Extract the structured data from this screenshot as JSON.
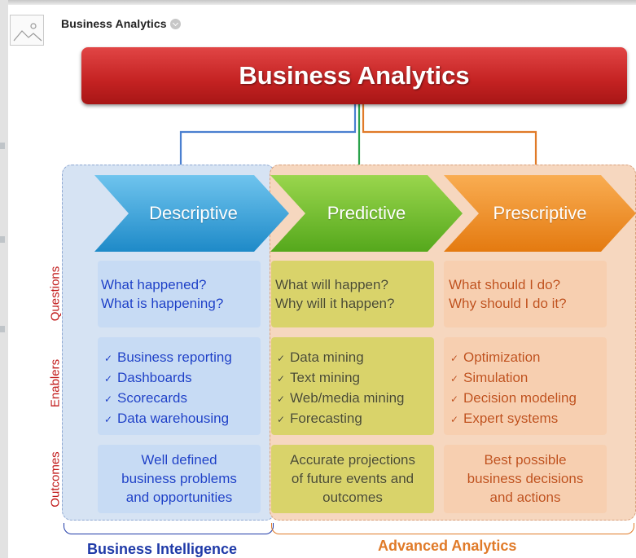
{
  "page": {
    "title": "Business Analytics"
  },
  "diagram": {
    "banner": "Business Analytics",
    "stages": [
      {
        "label": "Descriptive",
        "color": "#36a3d8"
      },
      {
        "label": "Predictive",
        "color": "#6cbb2a"
      },
      {
        "label": "Prescriptive",
        "color": "#f18c1f"
      }
    ],
    "row_labels": {
      "questions": "Questions",
      "enablers": "Enablers",
      "outcomes": "Outcomes"
    },
    "descriptive": {
      "questions": [
        "What happened?",
        "What is happening?"
      ],
      "enablers": [
        "Business reporting",
        "Dashboards",
        "Scorecards",
        "Data warehousing"
      ],
      "outcomes": [
        "Well defined",
        "business problems",
        "and opportunities"
      ]
    },
    "predictive": {
      "questions": [
        "What will happen?",
        "Why will it happen?"
      ],
      "enablers": [
        "Data mining",
        "Text mining",
        "Web/media mining",
        "Forecasting"
      ],
      "outcomes": [
        "Accurate projections",
        "of future events and",
        "outcomes"
      ]
    },
    "prescriptive": {
      "questions": [
        "What should I do?",
        "Why should I do it?"
      ],
      "enablers": [
        "Optimization",
        "Simulation",
        "Decision modeling",
        "Expert systems"
      ],
      "outcomes": [
        "Best possible",
        "business decisions",
        "and actions"
      ]
    },
    "groups": {
      "bi": "Business Intelligence",
      "aa": "Advanced Analytics"
    }
  },
  "colors": {
    "blue_text": "#1b3fc7",
    "green_text": "#4a4a2a",
    "orange_text": "#c0501a",
    "bi_group": "#1f3aa8",
    "aa_group": "#e07a28"
  }
}
